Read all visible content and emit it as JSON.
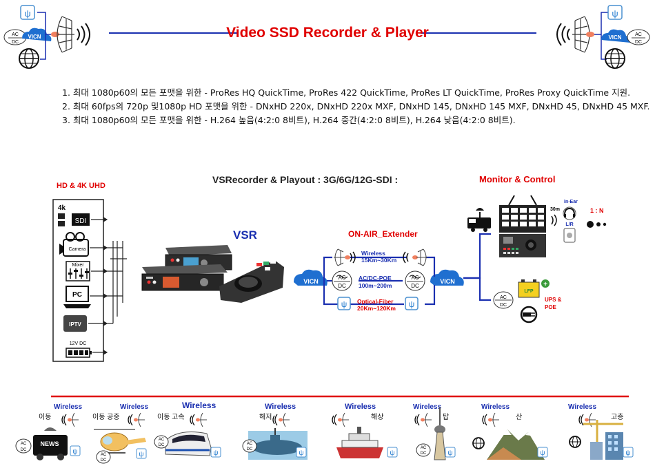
{
  "header": {
    "title": "Video SSD Recorder & Player",
    "left_node": {
      "cloud": "VICN",
      "ac": "AC",
      "dc": "DC"
    },
    "right_node": {
      "cloud": "VICN",
      "ac": "AC",
      "dc": "DC"
    }
  },
  "notes": [
    "1. 최대 1080p60의 모든 포맷을 위한  - ProRes HQ QuickTime, ProRes 422 QuickTime, ProRes LT QuickTime, ProRes Proxy QuickTime 지원.",
    "2. 최대 60fps의 720p 및1080p HD 포맷을 위한 - DNxHD 220x, DNxHD 220x MXF, DNxHD 145, DNxHD 145 MXF, DNxHD 45, DNxHD 45 MXF.",
    "3. 최대 1080p60의 모든 포맷을 위한 - H.264 높음(4:2:0 8비트), H.264 중간(4:2:0 8비트), H.264 낮음(4:2:0 8비트)."
  ],
  "sources": {
    "title": "HD & 4K UHD",
    "label_4k": "4k",
    "sdi": "SDI",
    "camera": "Camera",
    "mixer": "Mixer",
    "pc": "PC",
    "iptv": "IPTV",
    "power": "12V DC"
  },
  "vsr": {
    "heading": "VSRecorder & Playout : 3G/6G/12G-SDI :",
    "label": "VSR"
  },
  "extender": {
    "title": "ON-AIR_Extender",
    "wireless": "Wireless",
    "wireless_range": "15Km~30Km",
    "poe": "AC/DC-POE",
    "poe_range": "100m~200m",
    "fiber": "Optical-Fiber",
    "fiber_range": "20Km~120Km",
    "vicn": "VICN",
    "ac": "AC",
    "dc": "DC"
  },
  "monitor": {
    "title": "Monitor & Control",
    "in_ear": "in-Ear",
    "distance": "30m",
    "lr": "L/R",
    "ratio": "1 : N",
    "ups": "UPS &",
    "poe": "POE",
    "lfp": "LFP"
  },
  "bottom": {
    "items": [
      {
        "wireless": "Wireless",
        "label": "이동",
        "picture": "news-van"
      },
      {
        "wireless": "Wireless",
        "label": "이동 공중",
        "picture": "helicopter"
      },
      {
        "wireless": "Wireless",
        "label": "이동 고속",
        "picture": "bullet-train"
      },
      {
        "wireless": "Wireless",
        "label": "해저",
        "picture": "submarine"
      },
      {
        "wireless": "Wireless",
        "label": "해상",
        "picture": "ship"
      },
      {
        "wireless": "Wireless",
        "label": "탑",
        "picture": "tower"
      },
      {
        "wireless": "Wireless",
        "label": "산",
        "picture": "mountain"
      },
      {
        "wireless": "Wireless",
        "label": "고층",
        "picture": "building"
      }
    ],
    "ac": "AC",
    "dc": "DC"
  },
  "colors": {
    "accent": "#e00000",
    "line": "#1a2fb0",
    "link": "#1f5fd0"
  }
}
